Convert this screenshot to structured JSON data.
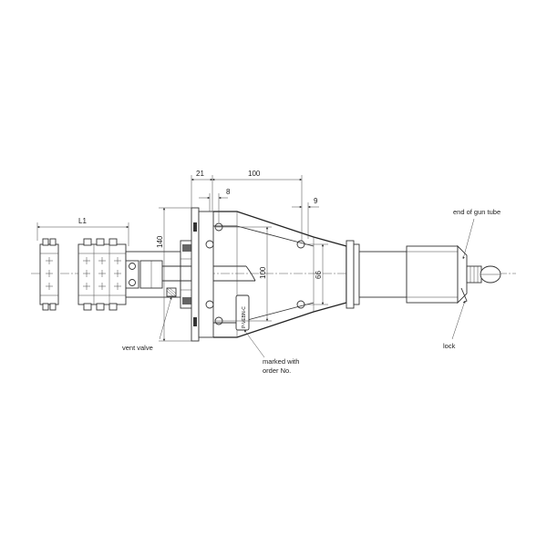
{
  "dimensions": {
    "l1": "L1",
    "d21": "21",
    "d100_top": "100",
    "d8": "8",
    "d9": "9",
    "d140": "140",
    "d100_vertical": "100",
    "d66": "66"
  },
  "annotations": {
    "end_of_gun_tube": "end of gun tube",
    "lock": "lock",
    "vent_valve": "vent valve",
    "marked_line1": "marked with",
    "marked_line2": "order No."
  },
  "nameplate": {
    "text": "P-VEBN-C"
  }
}
